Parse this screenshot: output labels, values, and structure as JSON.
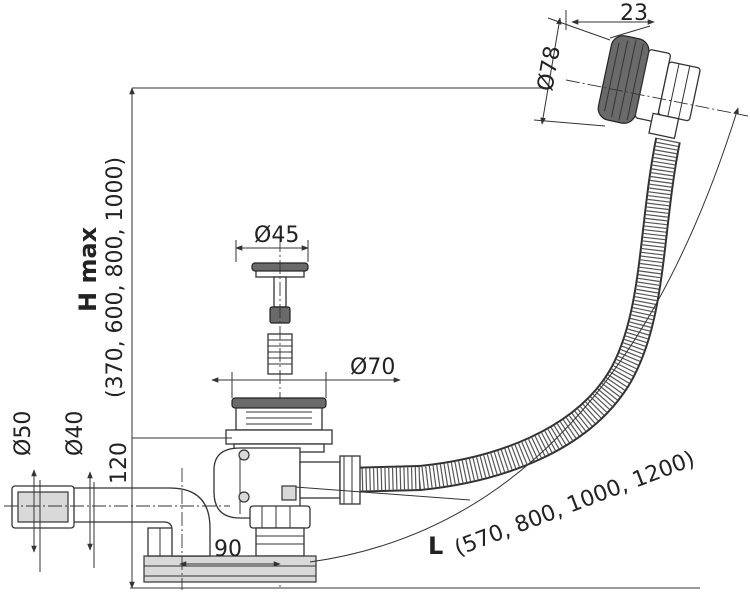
{
  "labels": {
    "cap_width": "23",
    "cap_diameter": "Ø78",
    "plug_diameter": "Ø45",
    "waste_diameter": "Ø70",
    "outlet_d50": "Ø50",
    "outlet_d40": "Ø40",
    "height_120": "120",
    "spacing_90": "90",
    "h_max": "H max",
    "h_values": "(370, 600, 800, 1000)",
    "l_label": "L",
    "l_values": "(570, 800, 1000, 1200)"
  },
  "colors": {
    "line": "#333333",
    "text": "#222222",
    "part_fill": "#ffffff",
    "shade": "#d9d9d9",
    "dark": "#6a6a6a"
  }
}
